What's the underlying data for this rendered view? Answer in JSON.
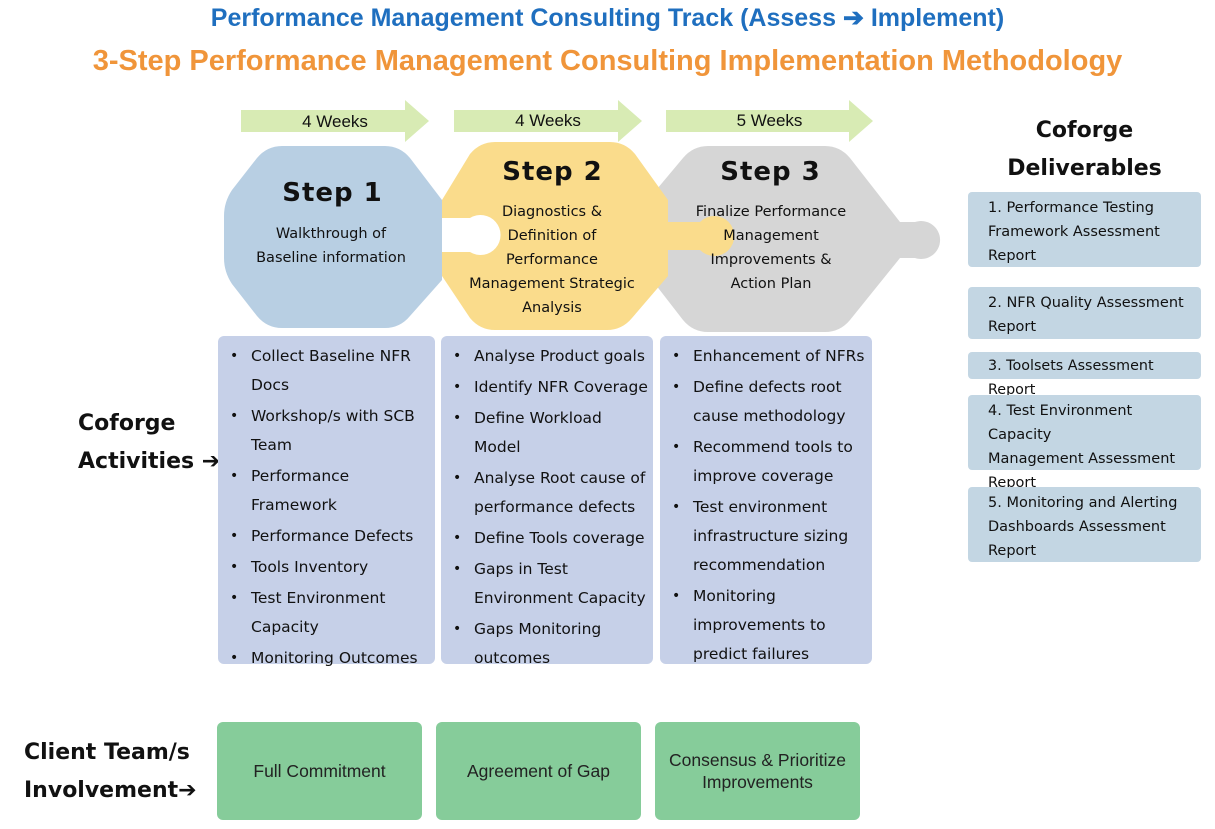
{
  "header": {
    "title": "Performance Management Consulting Track (Assess ➔ Implement)",
    "subtitle": "3-Step Performance Management Consulting Implementation Methodology"
  },
  "steps": [
    {
      "duration": "4 Weeks",
      "title": "Step 1",
      "description": [
        "Walkthrough of",
        "Baseline information"
      ]
    },
    {
      "duration": "4 Weeks",
      "title": "Step 2",
      "description": [
        "Diagnostics &",
        "Definition of",
        "Performance",
        "Management Strategic",
        "Analysis"
      ]
    },
    {
      "duration": "5 Weeks",
      "title": "Step 3",
      "description": [
        "Finalize Performance",
        "Management",
        "Improvements &",
        "Action Plan"
      ]
    }
  ],
  "activities_label": [
    "Coforge",
    "Activities ➔"
  ],
  "activities": [
    [
      "Collect Baseline NFR Docs",
      "Workshop/s with SCB Team",
      "Performance Framework",
      "Performance Defects",
      "Tools Inventory",
      "Test Environment Capacity",
      "Monitoring Outcomes"
    ],
    [
      "Analyse  Product goals",
      "Identify NFR Coverage",
      "Define Workload Model",
      "Analyse Root cause of performance defects",
      "Define Tools coverage",
      "Gaps in Test Environment Capacity",
      "Gaps Monitoring outcomes"
    ],
    [
      "Enhancement of NFRs",
      "Define defects root cause methodology",
      "Recommend tools to improve coverage",
      "Test environment infrastructure sizing recommendation",
      "Monitoring improvements to predict failures"
    ]
  ],
  "deliverables": {
    "title": [
      "Coforge",
      "Deliverables"
    ],
    "items": [
      [
        "1. Performance Testing",
        "Framework Assessment",
        "Report"
      ],
      [
        "2. NFR Quality Assessment",
        "Report"
      ],
      [
        "3. Toolsets Assessment Report"
      ],
      [
        "4. Test Environment Capacity",
        "Management Assessment",
        "Report"
      ],
      [
        "5. Monitoring and Alerting",
        "Dashboards Assessment",
        "Report"
      ]
    ]
  },
  "client": {
    "label": [
      "Client Team/s",
      "Involvement➔"
    ],
    "boxes": [
      "Full Commitment",
      "Agreement of Gap",
      "Consensus & Prioritize Improvements"
    ]
  },
  "colors": {
    "title_blue": "#1f6fbf",
    "title_orange": "#f0953a",
    "arrow_green": "#d8ebb4",
    "step1_blue": "#b8cfe3",
    "step2_yellow": "#fadc8c",
    "step3_gray": "#d6d6d6",
    "activity_lavender": "#c6d0e8",
    "deliverable_blue": "#c3d6e3",
    "client_green": "#86cc9a"
  }
}
